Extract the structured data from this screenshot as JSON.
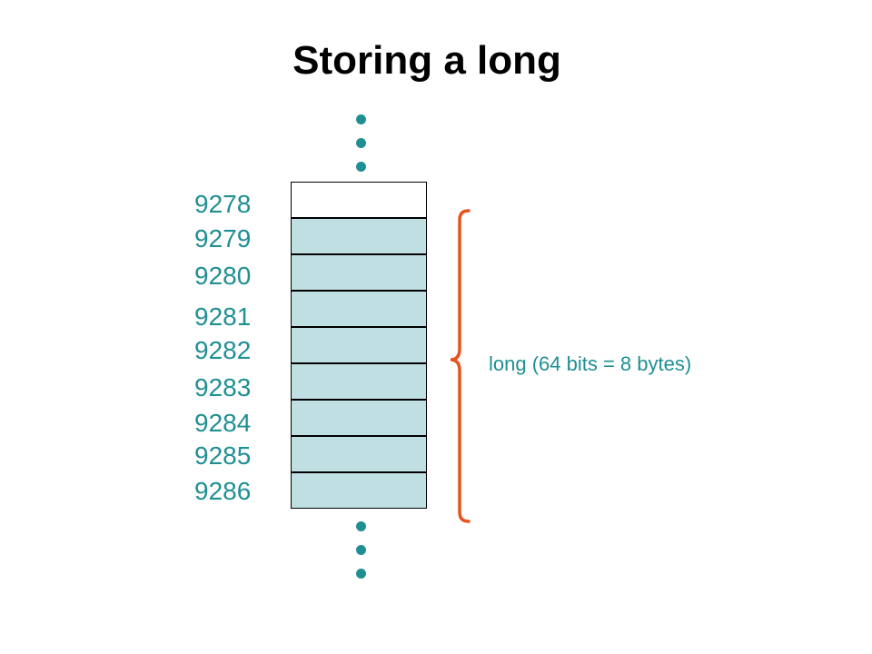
{
  "title": "Storing a long",
  "addresses": [
    "9278",
    "9279",
    "9280",
    "9281",
    "9282",
    "9283",
    "9284",
    "9285",
    "9286"
  ],
  "cells": [
    {
      "filled": false
    },
    {
      "filled": true
    },
    {
      "filled": true
    },
    {
      "filled": true
    },
    {
      "filled": true
    },
    {
      "filled": true
    },
    {
      "filled": true
    },
    {
      "filled": true
    },
    {
      "filled": true
    }
  ],
  "brace_label": "long (64 bits = 8 bytes)",
  "colors": {
    "address_text": "#1f8f93",
    "cell_fill": "#bfdfe2",
    "brace": "#e8531e"
  }
}
